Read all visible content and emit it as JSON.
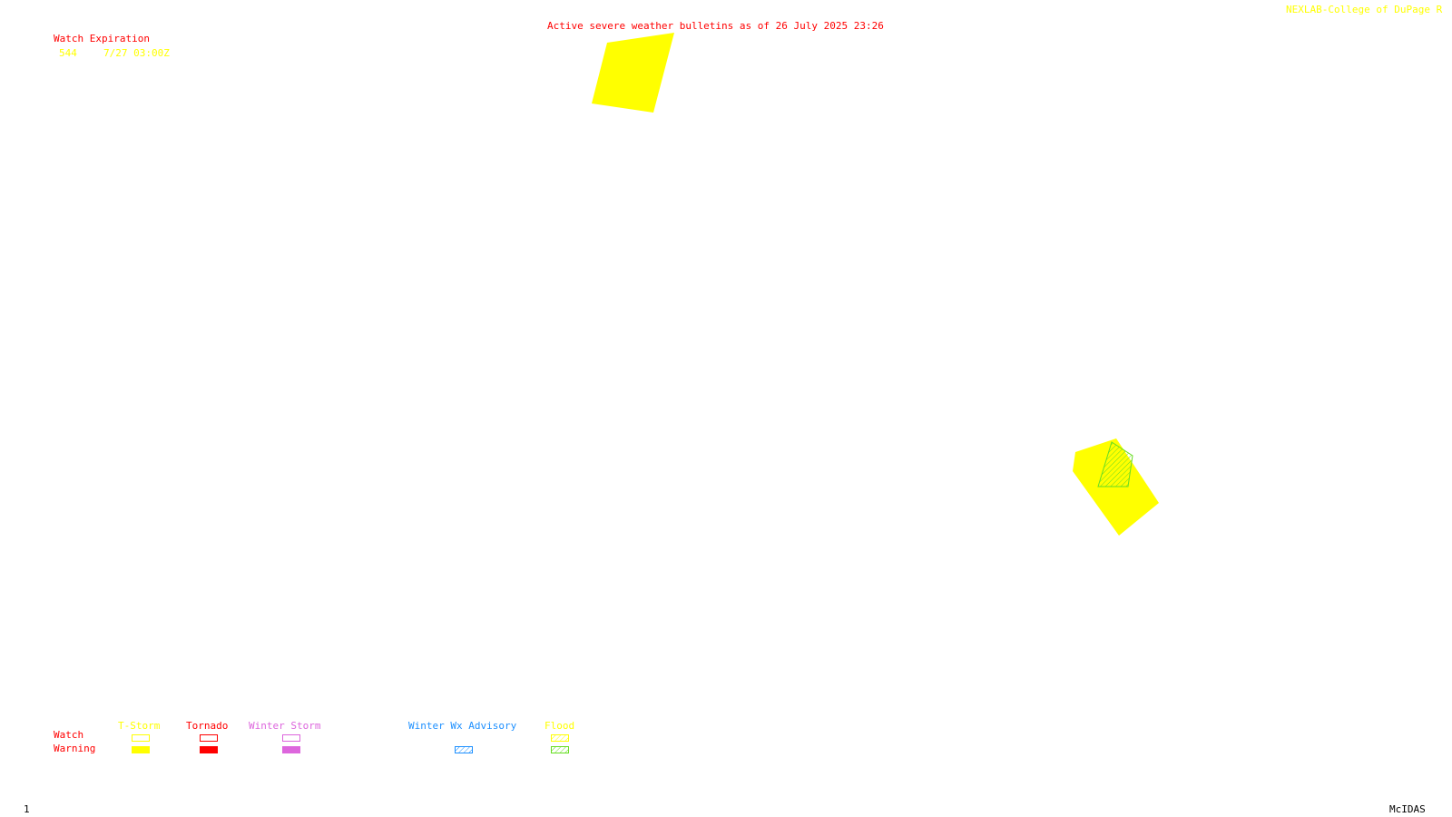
{
  "header": {
    "title": "Active severe weather bulletins as of 26 July 2025 23:26",
    "credit": "NEXLAB-College of DuPage R"
  },
  "watch_panel": {
    "heading": "Watch Expiration",
    "rows": [
      {
        "watch_number": "544",
        "expires": "7/27 03:00Z"
      }
    ]
  },
  "legend": {
    "row_labels": {
      "watch": "Watch",
      "warning": "Warning"
    },
    "categories": [
      {
        "id": "tstorm",
        "label": "T-Storm",
        "color": "#ffff00",
        "watch_style": "outline",
        "warning_style": "solid"
      },
      {
        "id": "tornado",
        "label": "Tornado",
        "color": "#ff0000",
        "watch_style": "outline",
        "warning_style": "solid"
      },
      {
        "id": "winter-storm",
        "label": "Winter Storm",
        "color": "#dd66dd",
        "watch_style": "outline",
        "warning_style": "solid"
      },
      {
        "id": "winter-wx-advisory",
        "label": "Winter Wx Advisory",
        "color": "#1e90ff",
        "watch_style": "none",
        "warning_style": "hatched"
      },
      {
        "id": "flood",
        "label": "Flood",
        "color": "#66dd22",
        "watch_color": "#ffff00",
        "watch_style": "hatched",
        "warning_style": "hatched"
      }
    ]
  },
  "footer": {
    "frame_number": "1",
    "software": "McIDAS"
  },
  "colors": {
    "accent": "#ff0000",
    "tstorm": "#ffff00",
    "flood_warning": "#66dd22",
    "background": "#ffffff"
  },
  "map_features": [
    {
      "kind": "tstorm-watch-polygon",
      "style": "solid",
      "color": "#ffff00"
    },
    {
      "kind": "tstorm-watch-polygon",
      "style": "solid",
      "color": "#ffff00"
    },
    {
      "kind": "flood-warning-polygon",
      "style": "hatched",
      "color": "#66dd22"
    }
  ]
}
